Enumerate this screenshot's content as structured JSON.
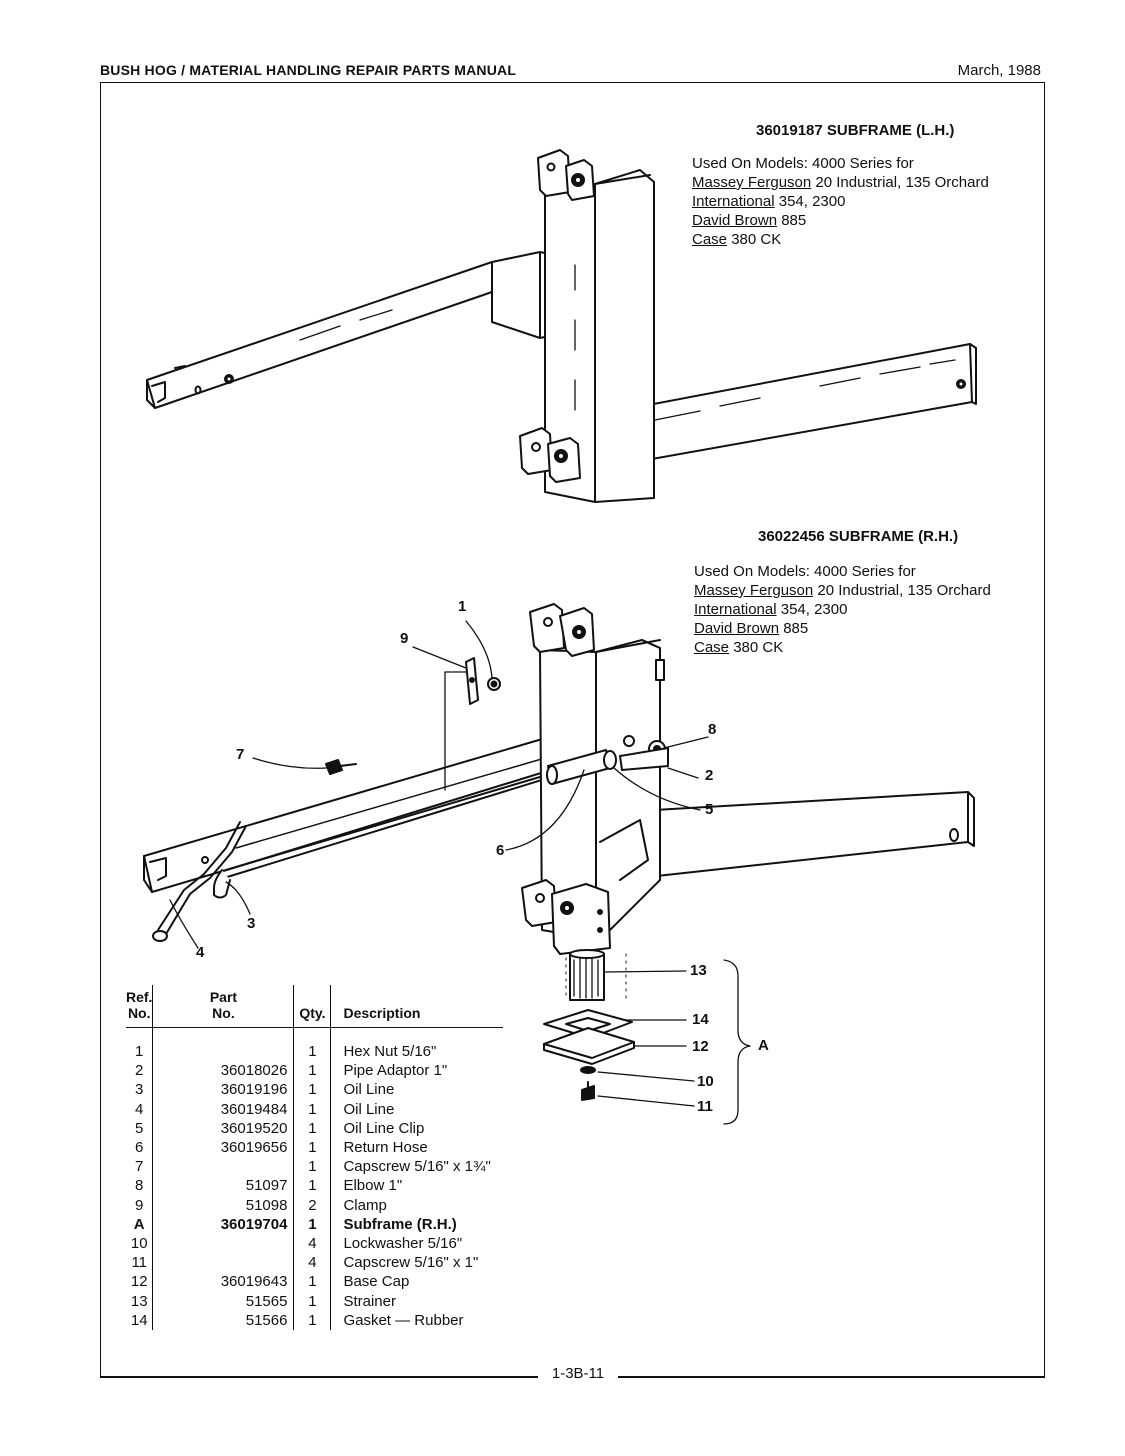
{
  "header": {
    "title": "BUSH HOG / MATERIAL HANDLING REPAIR PARTS MANUAL",
    "date": "March, 1988"
  },
  "footer": {
    "page": "1-3B-11"
  },
  "subframes": [
    {
      "title": "36019187 SUBFRAME (L.H.)",
      "used_on": "Used On Models:  4000 Series for",
      "lines": [
        {
          "brand": "Massey Ferguson",
          "models": " 20 Industrial, 135 Orchard"
        },
        {
          "brand": "International",
          "models": " 354, 2300"
        },
        {
          "brand": "David Brown",
          "models": " 885"
        },
        {
          "brand": "Case",
          "models": " 380 CK"
        }
      ]
    },
    {
      "title": "36022456 SUBFRAME (R.H.)",
      "used_on": "Used On Models:  4000 Series for",
      "lines": [
        {
          "brand": "Massey Ferguson",
          "models": " 20 Industrial, 135 Orchard"
        },
        {
          "brand": "International",
          "models": " 354, 2300"
        },
        {
          "brand": "David Brown",
          "models": " 885"
        },
        {
          "brand": "Case",
          "models": " 380 CK"
        }
      ]
    }
  ],
  "callouts": {
    "c1": "1",
    "c2": "2",
    "c3": "3",
    "c4": "4",
    "c5": "5",
    "c6": "6",
    "c7": "7",
    "c8": "8",
    "c9": "9",
    "c10": "10",
    "c11": "11",
    "c12": "12",
    "c13": "13",
    "c14": "14",
    "cA": "A"
  },
  "table": {
    "headers": {
      "ref_1": "Ref.",
      "ref_2": "No.",
      "part_1": "Part",
      "part_2": "No.",
      "qty": "Qty.",
      "desc": "Description"
    },
    "rows": [
      {
        "ref": "1",
        "part": "",
        "qty": "1",
        "desc": "Hex Nut 5/16\""
      },
      {
        "ref": "2",
        "part": "36018026",
        "qty": "1",
        "desc": "Pipe Adaptor 1\""
      },
      {
        "ref": "3",
        "part": "36019196",
        "qty": "1",
        "desc": "Oil Line"
      },
      {
        "ref": "4",
        "part": "36019484",
        "qty": "1",
        "desc": "Oil Line"
      },
      {
        "ref": "5",
        "part": "36019520",
        "qty": "1",
        "desc": "Oil Line Clip"
      },
      {
        "ref": "6",
        "part": "36019656",
        "qty": "1",
        "desc": "Return Hose"
      },
      {
        "ref": "7",
        "part": "",
        "qty": "1",
        "desc": "Capscrew 5/16\" x 1¾\""
      },
      {
        "ref": "8",
        "part": "51097",
        "qty": "1",
        "desc": "Elbow 1\""
      },
      {
        "ref": "9",
        "part": "51098",
        "qty": "2",
        "desc": "Clamp"
      },
      {
        "ref": "A",
        "part": "36019704",
        "qty": "1",
        "desc": "Subframe (R.H.)"
      },
      {
        "ref": "10",
        "part": "",
        "qty": "4",
        "desc": "Lockwasher 5/16\""
      },
      {
        "ref": "11",
        "part": "",
        "qty": "4",
        "desc": "Capscrew 5/16\" x 1\""
      },
      {
        "ref": "12",
        "part": "36019643",
        "qty": "1",
        "desc": "Base Cap"
      },
      {
        "ref": "13",
        "part": "51565",
        "qty": "1",
        "desc": "Strainer"
      },
      {
        "ref": "14",
        "part": "51566",
        "qty": "1",
        "desc": "Gasket — Rubber"
      }
    ]
  }
}
